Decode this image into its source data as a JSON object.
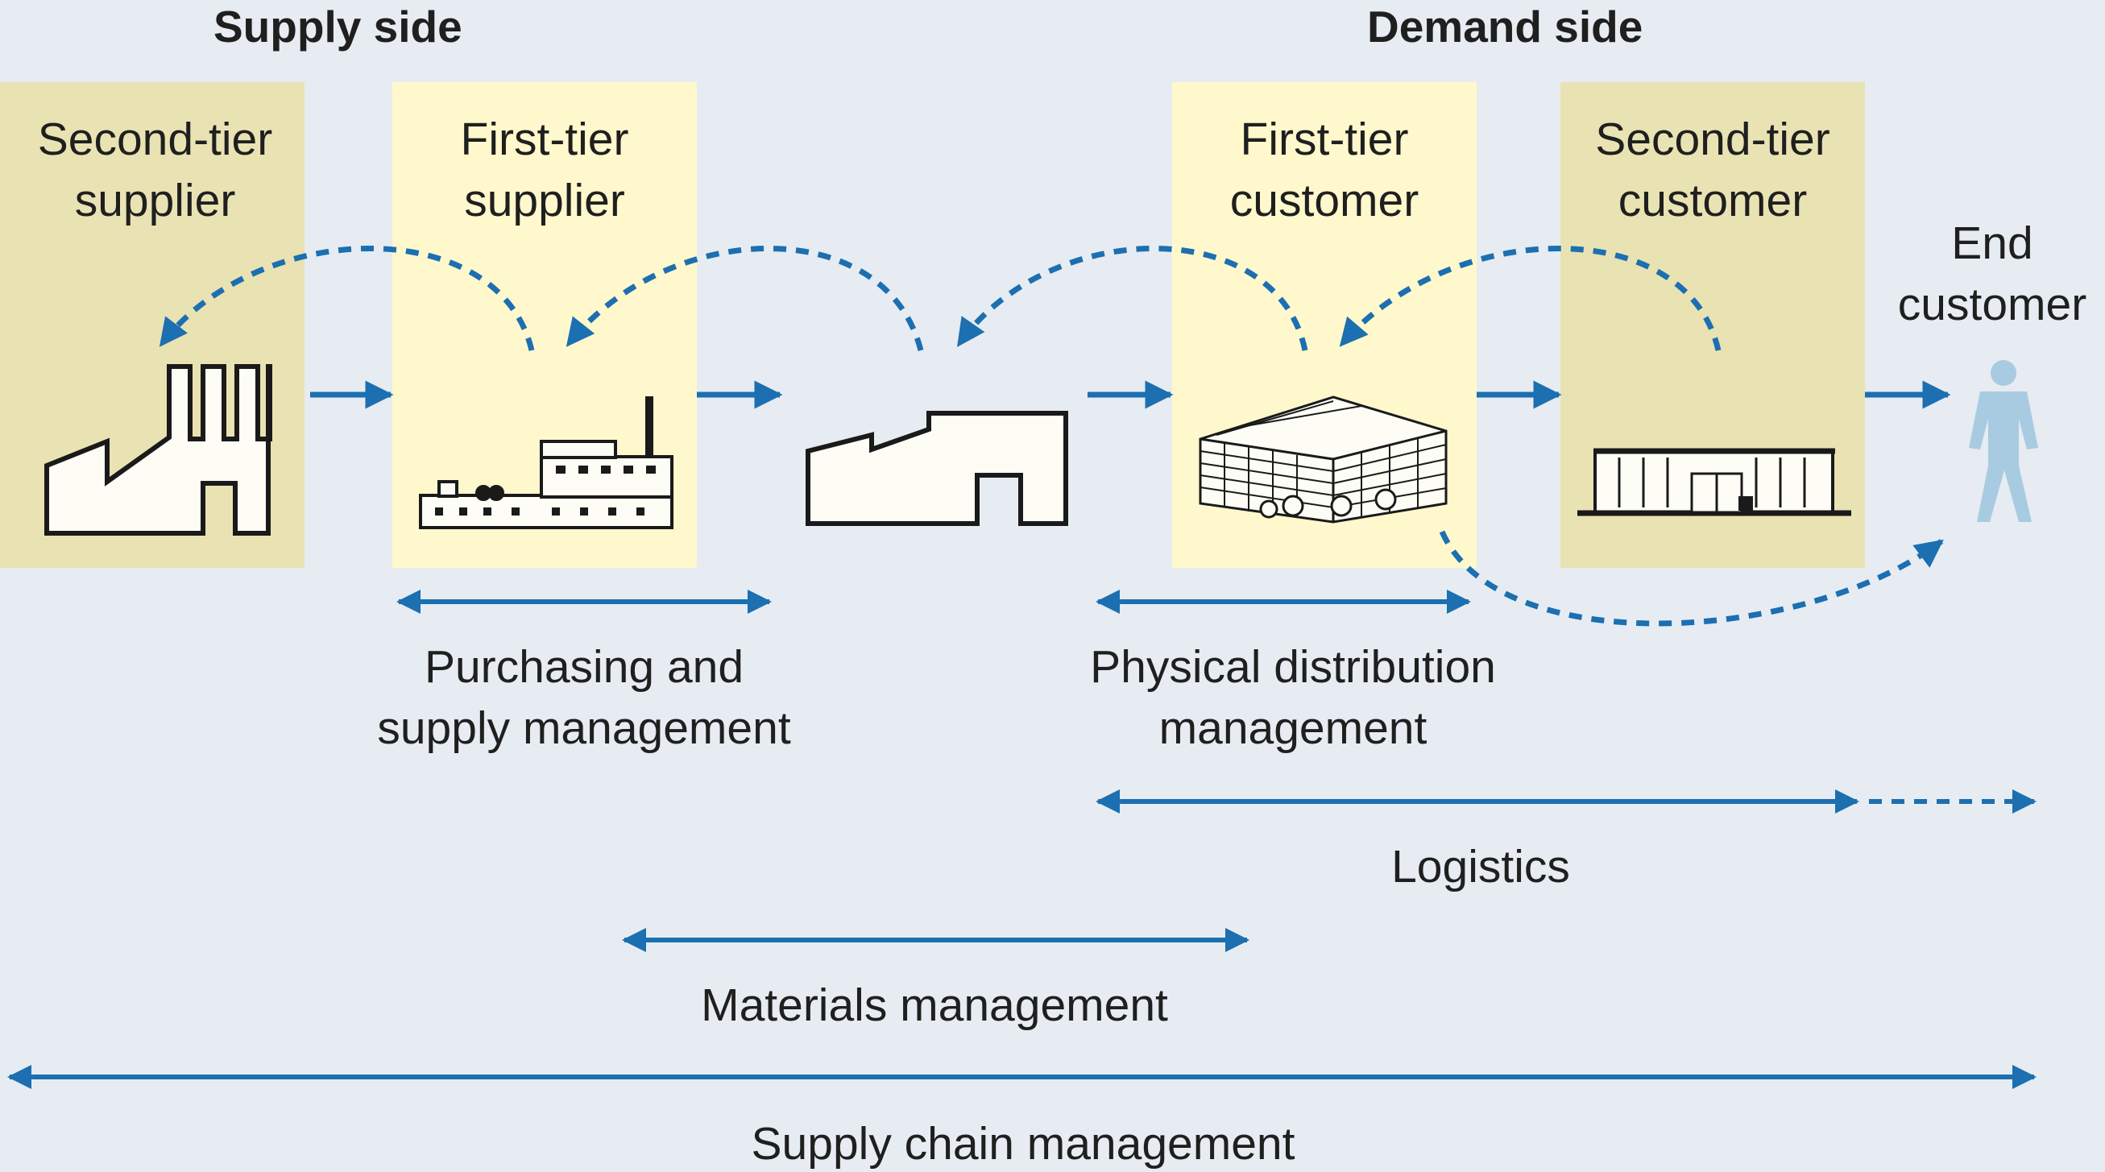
{
  "headings": {
    "supply_side": "Supply side",
    "demand_side": "Demand side"
  },
  "columns": {
    "second_tier_supplier": "Second-tier\nsupplier",
    "first_tier_supplier": "First-tier\nsupplier",
    "first_tier_customer": "First-tier\ncustomer",
    "second_tier_customer": "Second-tier\ncustomer",
    "end_customer": "End\ncustomer"
  },
  "ranges": {
    "purchasing": "Purchasing and\nsupply management",
    "physical_distribution": "Physical distribution\nmanagement",
    "logistics": "Logistics",
    "materials": "Materials management",
    "supply_chain": "Supply chain management"
  },
  "colors": {
    "arrow_blue": "#1c6fb0",
    "column_dark": "#e9e2b3",
    "column_light": "#fef8cc",
    "background": "#e6ecf1",
    "person": "#a8cbe2"
  },
  "icons": {
    "second_tier_supplier": "factory-chimneys-icon",
    "first_tier_supplier": "industrial-plant-icon",
    "focal_operation": "sawtooth-factory-icon",
    "first_tier_customer": "office-building-icon",
    "second_tier_customer": "shop-building-icon",
    "end_customer": "person-icon"
  }
}
